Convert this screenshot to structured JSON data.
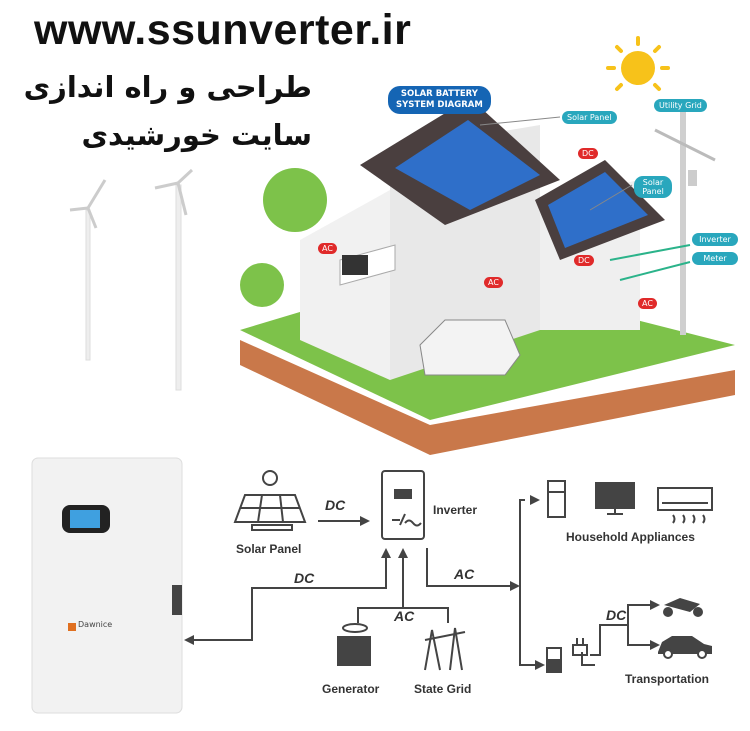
{
  "header": {
    "site_url": "www.ssunverter.ir",
    "line1": "طراحی و راه اندازی",
    "line2": "سایت خورشیدی"
  },
  "house_diagram": {
    "title_line1": "SOLAR BATTERY",
    "title_line2": "SYSTEM DIAGRAM",
    "labels": {
      "solar_panel_1": "Solar Panel",
      "solar_panel_2": "Solar Panel",
      "utility_grid": "Utility Grid",
      "inverter": "Inverter",
      "meter": "Meter"
    },
    "badges": {
      "dc_1": "DC",
      "dc_2": "DC",
      "ac_1": "AC",
      "ac_2": "AC",
      "ac_3": "AC"
    }
  },
  "battery": {
    "brand": "Dawnice"
  },
  "flow_diagram": {
    "nodes": {
      "solar_panel": "Solar Panel",
      "inverter": "Inverter",
      "household": "Household Appliances",
      "generator": "Generator",
      "state_grid": "State Grid",
      "transportation": "Transportation"
    },
    "edges": {
      "solar_to_inverter": "DC",
      "battery_to_inverter": "DC",
      "inverter_out": "AC",
      "sources_in": "AC",
      "charger_out": "DC"
    }
  },
  "colors": {
    "teal": "#29a7bd",
    "blue": "#1565b4",
    "red": "#e02a2a",
    "sun": "#f7c21a",
    "line": "#444444"
  }
}
